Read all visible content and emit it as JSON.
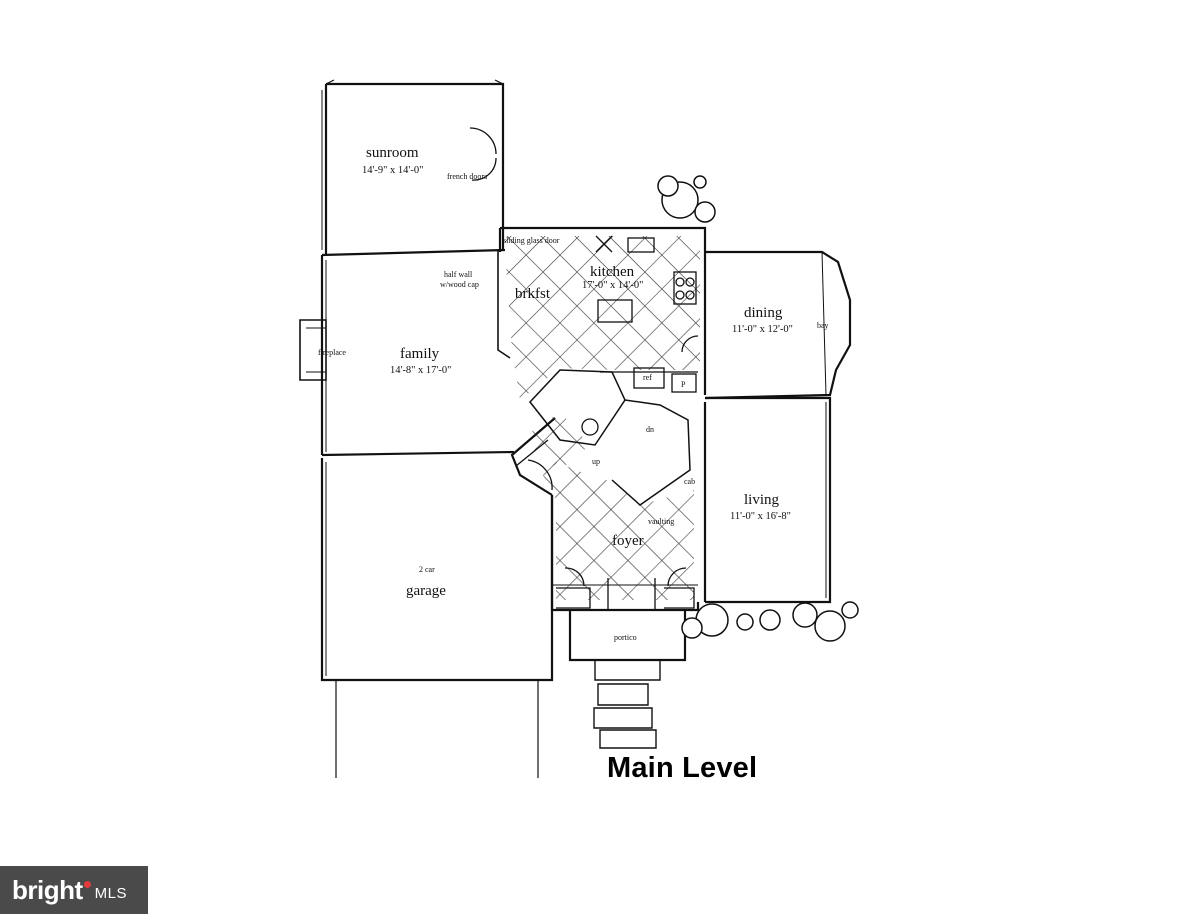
{
  "title": "Main Level",
  "rooms": {
    "sunroom": {
      "name": "sunroom",
      "dims": "14'-9\" x 14'-0\""
    },
    "kitchen": {
      "name": "kitchen",
      "dims": "17'-0\" x 14'-0\""
    },
    "brkfst": {
      "name": "brkfst"
    },
    "dining": {
      "name": "dining",
      "dims": "11'-0\" x 12'-0\""
    },
    "family": {
      "name": "family",
      "dims": "14'-8\" x 17'-0\""
    },
    "living": {
      "name": "living",
      "dims": "11'-0\" x 16'-8\""
    },
    "garage": {
      "name": "garage",
      "note": "2 car"
    },
    "foyer": {
      "name": "foyer"
    },
    "portico": {
      "name": "portico"
    }
  },
  "notes": {
    "french_doors": "french doors",
    "half_wall_1": "half wall",
    "half_wall_2": "w/wood cap",
    "fireplace": "fireplace",
    "bay": "bay",
    "sliding_glass_door": "sliding glass door",
    "ref": "ref",
    "p": "P",
    "up": "up",
    "dn": "dn",
    "vaulting": "vaulting",
    "cab": "cab"
  },
  "logo": {
    "word": "bright",
    "suffix": "MLS"
  }
}
